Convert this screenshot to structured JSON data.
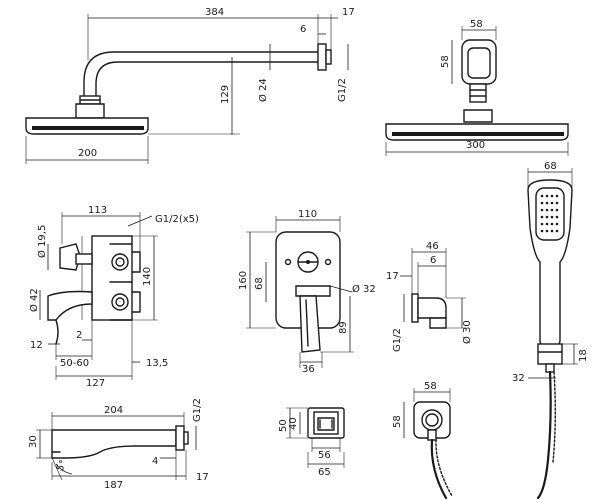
{
  "dimensions": {
    "overhead_top_length": "384",
    "overhead_top_flange": "17",
    "overhead_flange_6": "6",
    "overhead_pipe_dia": "Ø 24",
    "overhead_thread": "G1/2",
    "overhead_drop": "129",
    "overhead_head_width": "200",
    "square_flange_width": "58",
    "square_flange_height": "58",
    "wide_head_width": "300",
    "valve_width": "113",
    "valve_ports": "G1/2(x5)",
    "valve_knob_dia": "Ø 19,5",
    "valve_height": "140",
    "valve_body_dia": "Ø 42",
    "valve_2": "2",
    "valve_12": "12",
    "valve_depth_range": "50-60",
    "valve_13_5": "13,5",
    "valve_total_depth": "127",
    "plate_width": "110",
    "plate_height": "160",
    "plate_68": "68",
    "plate_knob_dia": "Ø 32",
    "plate_89": "89",
    "plate_36": "36",
    "elbow_46": "46",
    "elbow_6": "6",
    "elbow_17": "17",
    "elbow_thread": "G1/2",
    "elbow_dia": "Ø 30",
    "hand_width": "68",
    "hand_holder_18": "18",
    "hand_holder_32": "32",
    "spout_length": "204",
    "spout_thread": "G1/2",
    "spout_height": "30",
    "spout_angle": "5°",
    "spout_4": "4",
    "spout_187": "187",
    "spout_17": "17",
    "holder_50": "50",
    "holder_40": "40",
    "holder_56": "56",
    "holder_65": "65",
    "outlet_58_w": "58",
    "outlet_58_h": "58"
  }
}
